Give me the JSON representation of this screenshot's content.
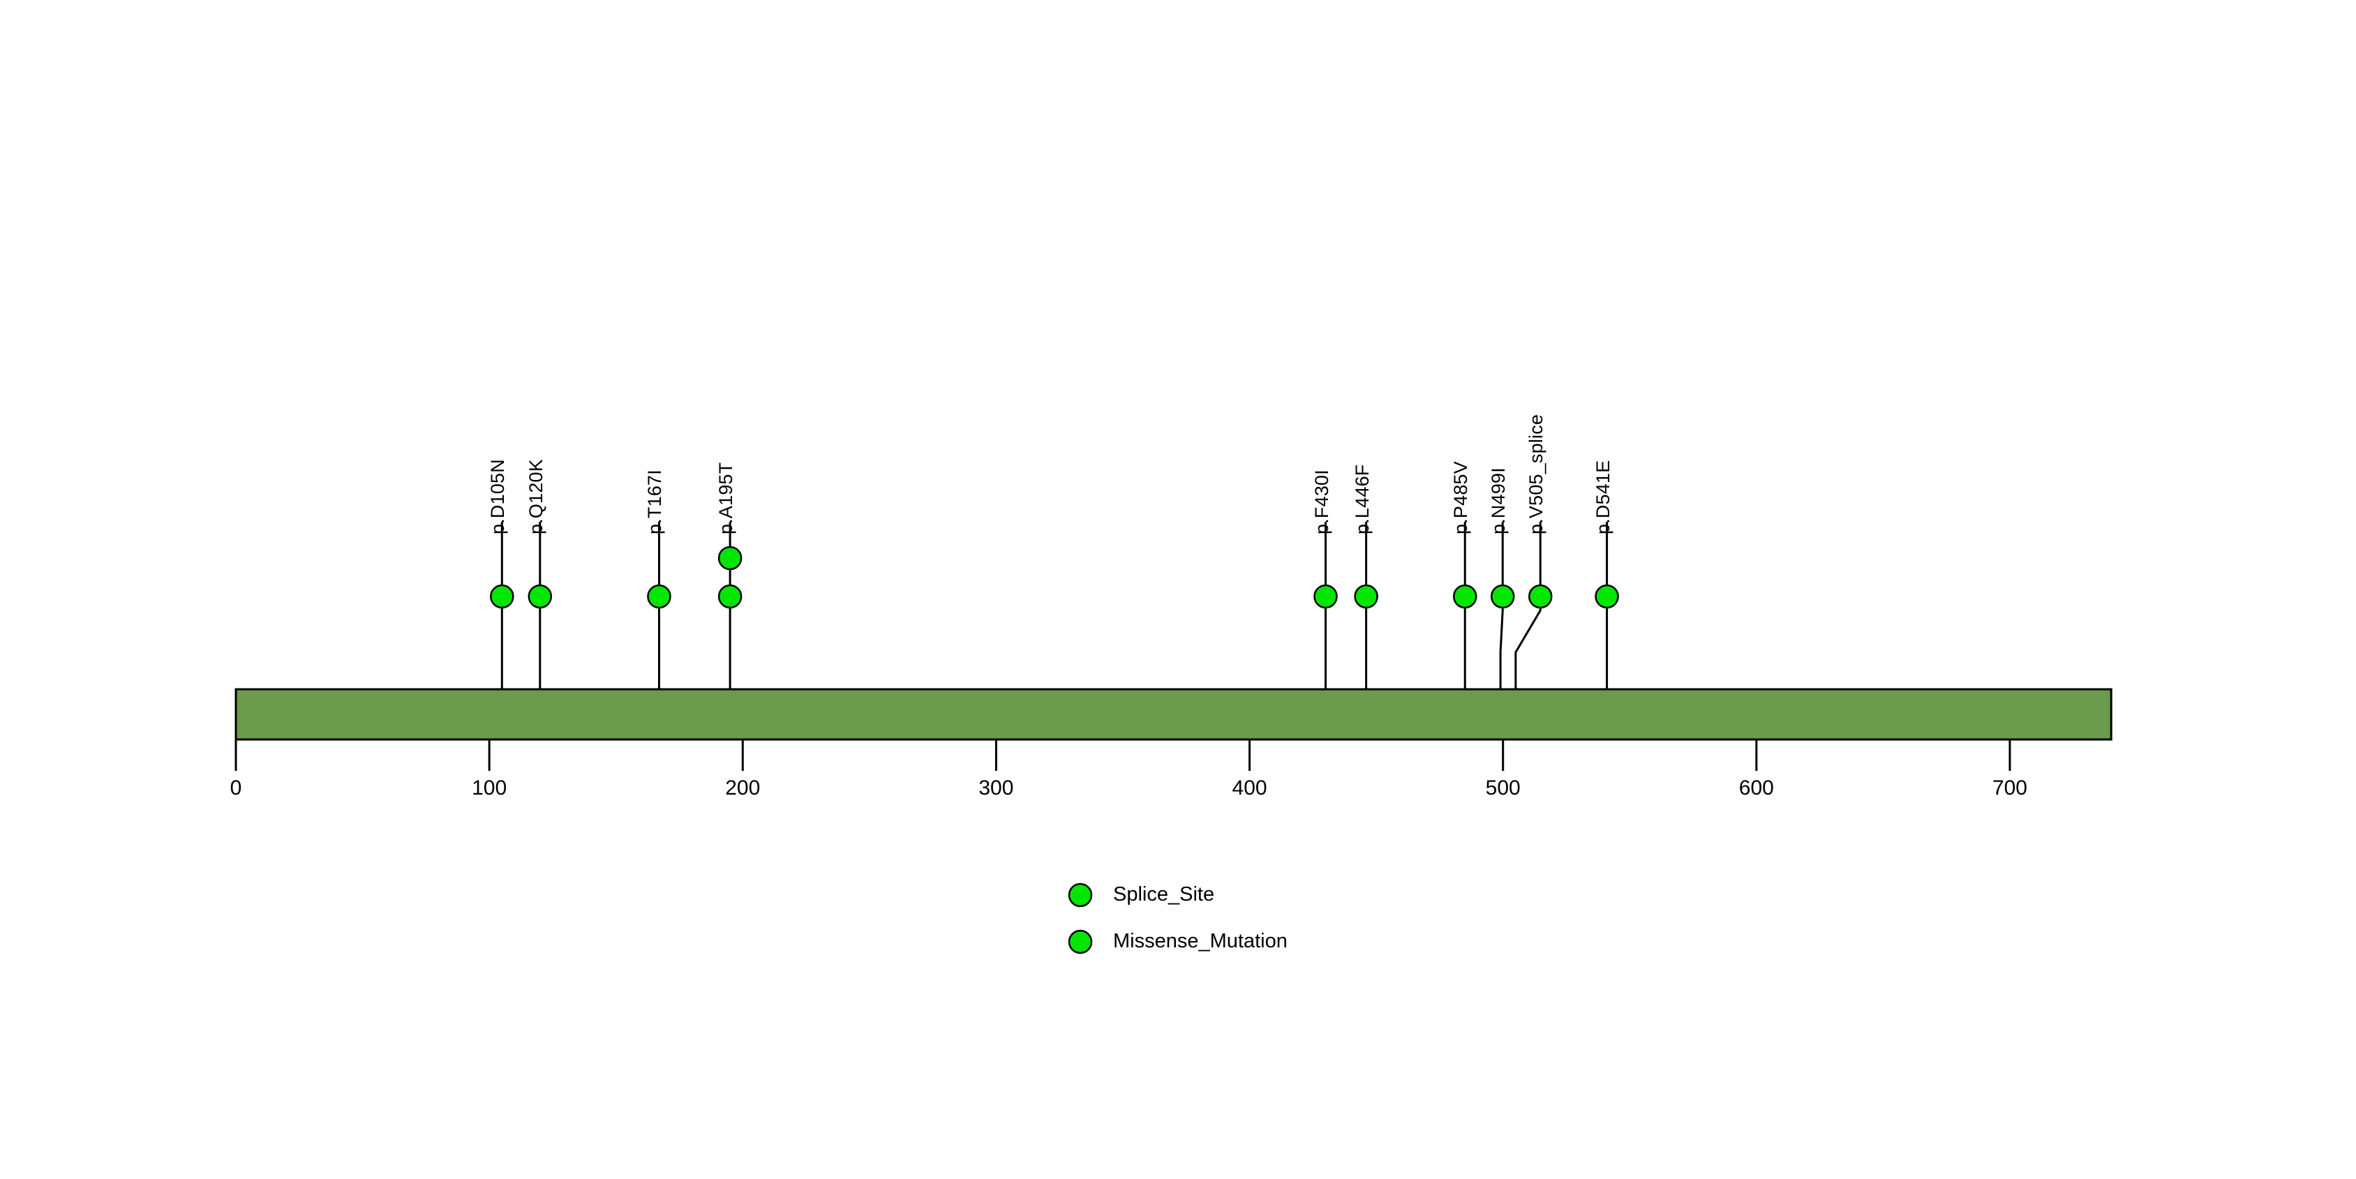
{
  "chart_data": {
    "type": "lollipop",
    "title": "",
    "xlabel": "",
    "ylabel": "",
    "xlim": [
      0,
      740
    ],
    "protein_length": 740,
    "axis_ticks": [
      0,
      100,
      200,
      300,
      400,
      500,
      600,
      700
    ],
    "axis_tick_labels": [
      "0",
      "100",
      "200",
      "300",
      "400",
      "500",
      "600",
      "700"
    ],
    "domain_bar": {
      "start": 0,
      "end": 740,
      "color": "#6B9B4C",
      "border_color": "#000000"
    },
    "marker_color": "#00E600",
    "marker_border_color": "#000000",
    "stem_color": "#000000",
    "mutations": [
      {
        "label": "p.D105N",
        "position": 105,
        "count": 1,
        "type": "Missense_Mutation",
        "color": "#00E600"
      },
      {
        "label": "p.Q120K",
        "position": 120,
        "count": 1,
        "type": "Missense_Mutation",
        "color": "#00E600"
      },
      {
        "label": "p.T167I",
        "position": 167,
        "count": 1,
        "type": "Missense_Mutation",
        "color": "#00E600"
      },
      {
        "label": "p.A195T",
        "position": 195,
        "count": 2,
        "type": "Missense_Mutation",
        "color": "#00E600"
      },
      {
        "label": "p.F430I",
        "position": 430,
        "count": 1,
        "type": "Missense_Mutation",
        "color": "#00E600"
      },
      {
        "label": "p.L446F",
        "position": 446,
        "count": 1,
        "type": "Missense_Mutation",
        "color": "#00E600"
      },
      {
        "label": "p.P485V",
        "position": 485,
        "count": 1,
        "type": "Missense_Mutation",
        "color": "#00E600"
      },
      {
        "label": "p.N499I",
        "position": 499,
        "count": 1,
        "type": "Missense_Mutation",
        "color": "#00E600"
      },
      {
        "label": "p.V505_splice",
        "position": 505,
        "count": 1,
        "type": "Splice_Site",
        "color": "#00E600"
      },
      {
        "label": "p.D541E",
        "position": 541,
        "count": 1,
        "type": "Missense_Mutation",
        "color": "#00E600"
      }
    ],
    "legend": {
      "position": "bottom-center",
      "entries": [
        {
          "label": "Splice_Site",
          "color": "#00E600"
        },
        {
          "label": "Missense_Mutation",
          "color": "#00E600"
        }
      ]
    }
  }
}
